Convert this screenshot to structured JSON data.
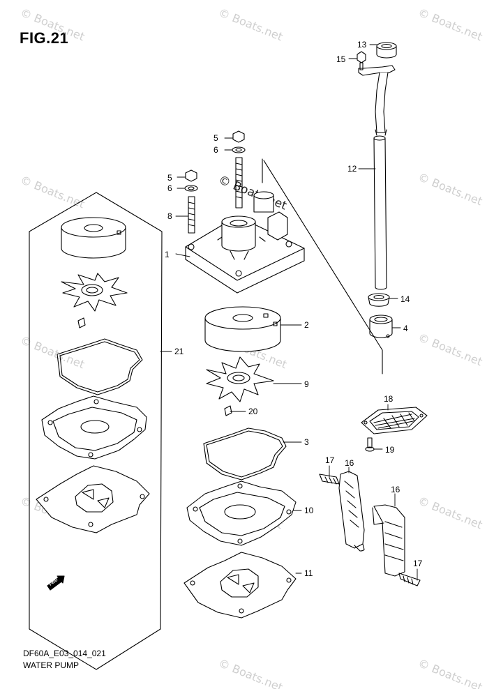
{
  "figure": {
    "title": "FIG.21",
    "code": "DF60A_E03_014_021",
    "caption": "WATER PUMP",
    "watermark": "© Boats.net",
    "fwd_label": "FWD"
  },
  "callouts": [
    {
      "id": "c1",
      "label": "1"
    },
    {
      "id": "c2",
      "label": "2"
    },
    {
      "id": "c3",
      "label": "3"
    },
    {
      "id": "c4",
      "label": "4"
    },
    {
      "id": "c5a",
      "label": "5"
    },
    {
      "id": "c5b",
      "label": "5"
    },
    {
      "id": "c6a",
      "label": "6"
    },
    {
      "id": "c6b",
      "label": "6"
    },
    {
      "id": "c8",
      "label": "8"
    },
    {
      "id": "c9",
      "label": "9"
    },
    {
      "id": "c10",
      "label": "10"
    },
    {
      "id": "c11",
      "label": "11"
    },
    {
      "id": "c12",
      "label": "12"
    },
    {
      "id": "c13",
      "label": "13"
    },
    {
      "id": "c14",
      "label": "14"
    },
    {
      "id": "c15",
      "label": "15"
    },
    {
      "id": "c16a",
      "label": "16"
    },
    {
      "id": "c16b",
      "label": "16"
    },
    {
      "id": "c17a",
      "label": "17"
    },
    {
      "id": "c17b",
      "label": "17"
    },
    {
      "id": "c18",
      "label": "18"
    },
    {
      "id": "c19",
      "label": "19"
    },
    {
      "id": "c20",
      "label": "20"
    },
    {
      "id": "c21",
      "label": "21"
    }
  ],
  "colors": {
    "line": "#000000",
    "background": "#ffffff",
    "watermark": "#cfcfcf"
  }
}
